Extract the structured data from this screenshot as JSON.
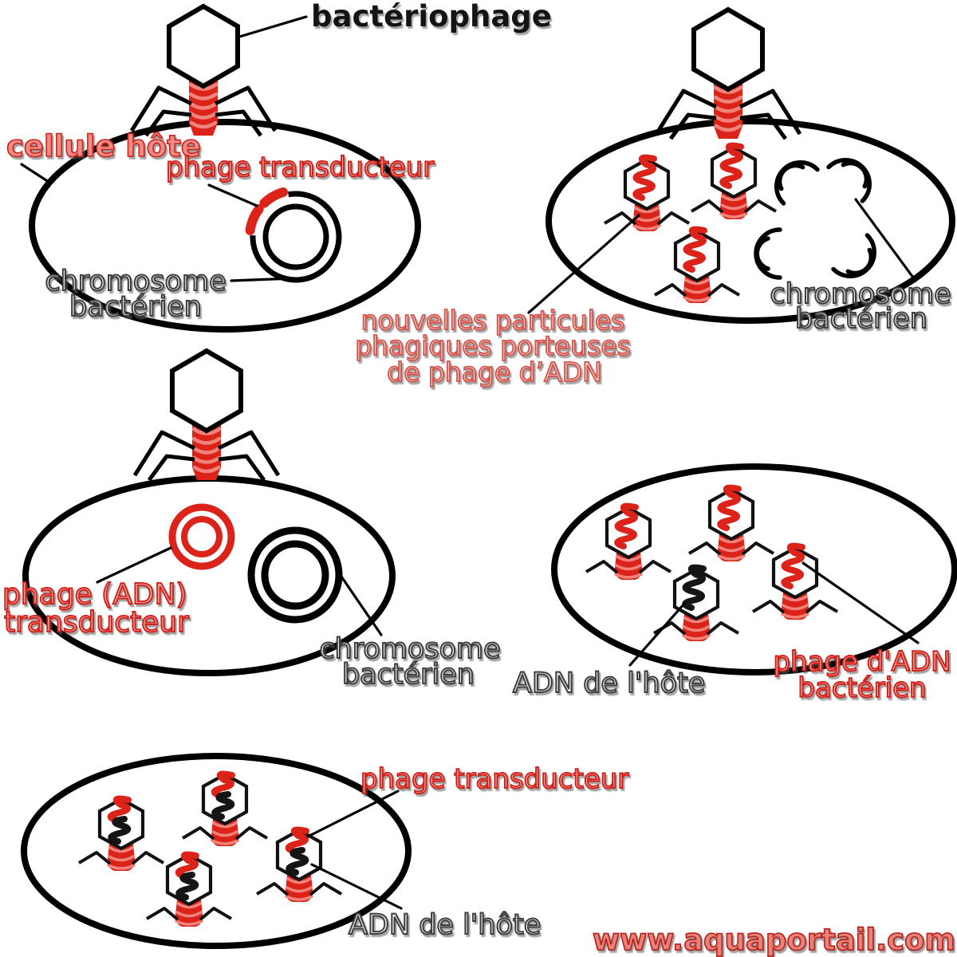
{
  "watermark": "www.aquaportail.com",
  "colors": {
    "phage_red": "#dc2319",
    "dna_black": "#151515",
    "label_red": "#d2211a",
    "label_salmon": "#ed8c84",
    "label_gray": "#3e3e3e",
    "watermark_salmon": "#e8837b"
  },
  "panel1": {
    "bacteriophage": "bactériophage",
    "cellule_hote": "cellule hôte",
    "phage_transducteur": "phage transducteur",
    "chromosome_l1": "chromosome",
    "chromosome_l2": "bactérien"
  },
  "panel2": {
    "nouvelles_l1": "nouvelles particules",
    "nouvelles_l2": "phagiques porteuses",
    "nouvelles_l3": "de phage d’ADN",
    "chromosome_l1": "chromosome",
    "chromosome_l2": "bactérien"
  },
  "panel3": {
    "phage_adn_l1": "phage (ADN)",
    "phage_adn_l2": "transducteur",
    "chromosome_l1": "chromosome",
    "chromosome_l2": "bactérien"
  },
  "panel4": {
    "adn_hote": "ADN de l'hôte",
    "phage_adn_l1": "phage d'ADN",
    "phage_adn_l2": "bactérien"
  },
  "panel5": {
    "phage_transducteur": "phage transducteur",
    "adn_hote": "ADN de l'hôte"
  }
}
